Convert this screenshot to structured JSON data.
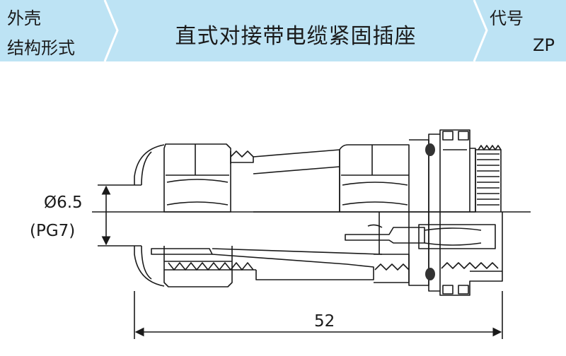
{
  "header": {
    "housing_label_line1": "外壳",
    "housing_label_line2": "结构形式",
    "title": "直式对接带电缆紧固插座",
    "code_label": "代号",
    "code_value": "ZP"
  },
  "drawing": {
    "cable_diameter": "Ø6.5",
    "cable_gland": "(PG7)",
    "overall_length": "52"
  },
  "colors": {
    "header_bg": "#bde3f4",
    "line": "#1a1a1a",
    "seal_ring": "#333333"
  }
}
